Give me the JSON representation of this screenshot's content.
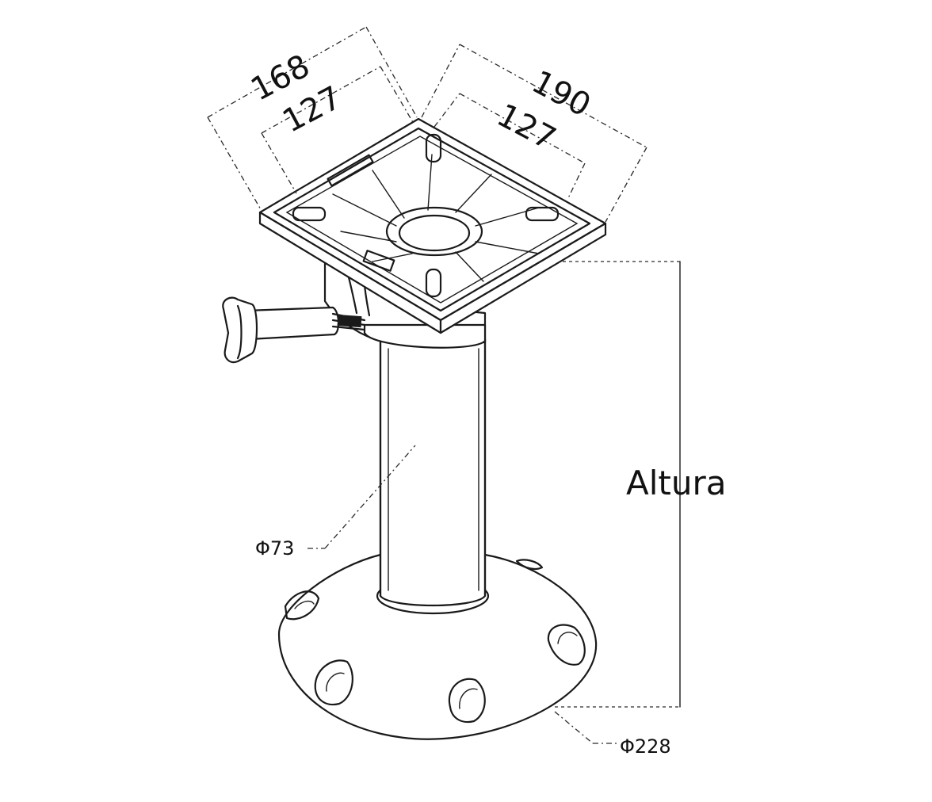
{
  "dimensions": {
    "top_outer_left": "168",
    "top_inner_left": "127",
    "top_outer_right": "190",
    "top_inner_right": "127",
    "column_diameter": "Φ73",
    "base_diameter": "Φ228",
    "height_label": "Altura"
  },
  "colors": {
    "line": "#1a1a1a",
    "background": "#ffffff"
  }
}
